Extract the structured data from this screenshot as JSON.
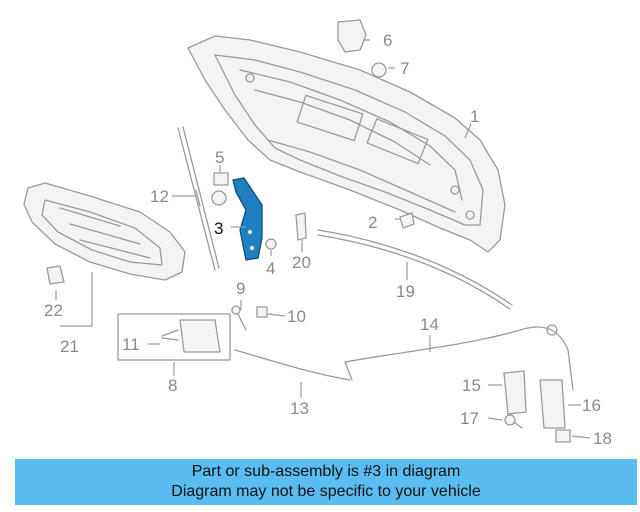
{
  "callouts": {
    "c1": "1",
    "c2": "2",
    "c3": "3",
    "c4": "4",
    "c5": "5",
    "c6": "6",
    "c7": "7",
    "c8": "8",
    "c9": "9",
    "c10": "10",
    "c11": "11",
    "c12": "12",
    "c13": "13",
    "c14": "14",
    "c15": "15",
    "c16": "16",
    "c17": "17",
    "c18": "18",
    "c19": "19",
    "c20": "20",
    "c21": "21",
    "c22": "22"
  },
  "highlight_part": "3",
  "colors": {
    "highlight": "#1f7fc0",
    "caption_bg": "#5bbcf2",
    "line": "#9a9a9a"
  },
  "caption": {
    "line1": "Part or sub-assembly is #3 in diagram",
    "line2": "Diagram may not be specific to your vehicle"
  }
}
